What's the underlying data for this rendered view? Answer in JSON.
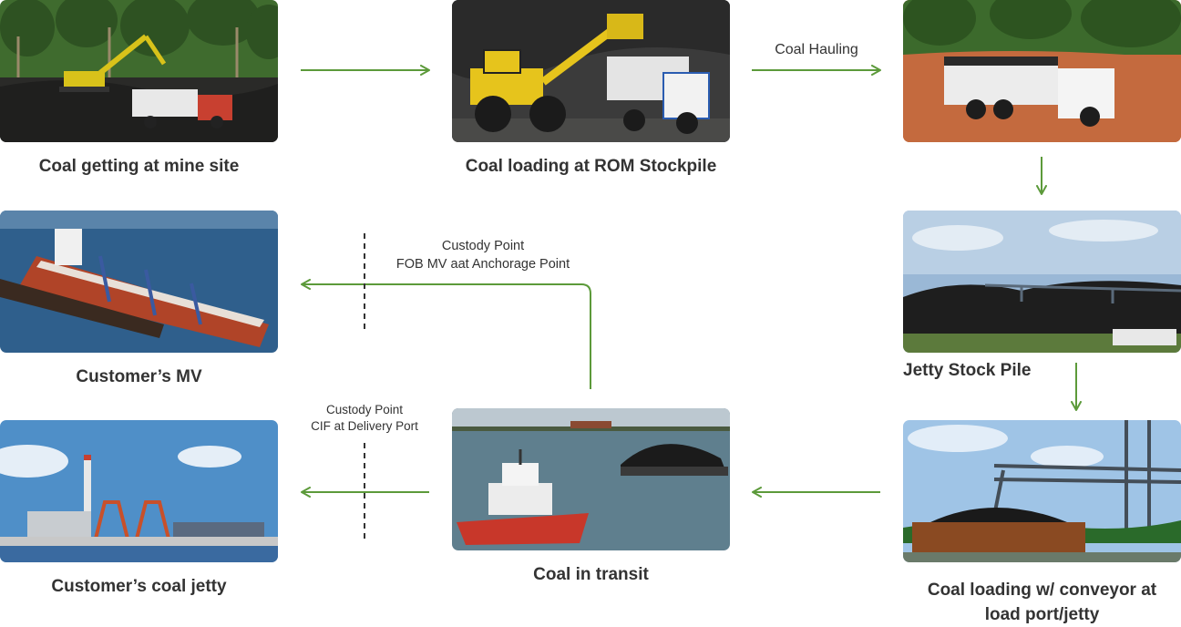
{
  "steps": [
    {
      "caption": "Coal getting at mine site"
    },
    {
      "caption": "Coal loading at ROM Stockpile"
    },
    {
      "caption": "Jetty Stock Pile"
    },
    {
      "caption": "Coal loading w/ conveyor at",
      "caption2": "load port/jetty"
    },
    {
      "caption": "Coal in transit"
    },
    {
      "caption": "Customer’s MV"
    },
    {
      "caption": "Customer’s coal jetty"
    }
  ],
  "labels": {
    "hauling": "Coal Hauling",
    "custody_mv_line1": "Custody Point",
    "custody_mv_line2": "FOB MV aat Anchorage Point",
    "custody_cif_line1": "Custody Point",
    "custody_cif_line2": "CIF at Delivery  Port"
  },
  "colors": {
    "arrow": "#5c9a3a",
    "divider": "#333333",
    "text": "#333333"
  }
}
